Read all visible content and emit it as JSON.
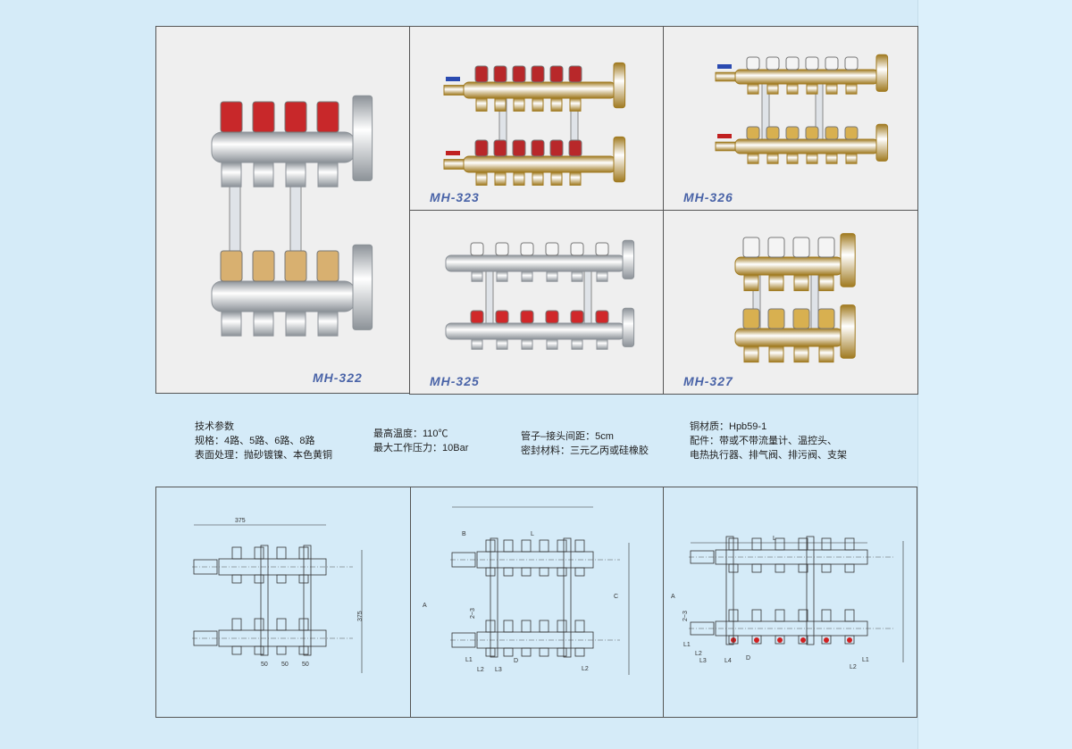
{
  "products": [
    {
      "model": "MH-322",
      "cap_color": "#c8282a",
      "body": "chrome"
    },
    {
      "model": "MH-323",
      "cap_color": "#b8282a",
      "body": "brass"
    },
    {
      "model": "MH-326",
      "cap_color": "#f4f4f4",
      "body": "brass"
    },
    {
      "model": "MH-325",
      "cap_color": "#f4f4f4",
      "body": "chrome"
    },
    {
      "model": "MH-327",
      "cap_color": "#f4f4f4",
      "body": "brass"
    }
  ],
  "specs": {
    "col1": [
      "技术参数",
      "规格：4路、5路、6路、8路",
      "表面处理：抛砂镀镍、本色黄铜"
    ],
    "col2": [
      "最高温度：110℃",
      "最大工作压力：10Bar"
    ],
    "col3": [
      "管子–接头间距：5cm",
      "密封材料：三元乙丙或硅橡胶"
    ],
    "col4": [
      "铜材质：Hpb59-1",
      "配件：带或不带流量计、温控头、",
      "电热执行器、排气阀、排污阀、支架"
    ]
  },
  "drawings": [
    {
      "labels": {
        "width": "375",
        "height": "375",
        "pitch1": "50",
        "pitch2": "50",
        "pitch3": "50"
      }
    },
    {
      "labels": {
        "b": "B",
        "l": "L",
        "a": "A",
        "c": "C",
        "l1": "L1",
        "l2": "L2",
        "l3": "L3",
        "d": "D",
        "range": "2~3",
        "l2b": "L2"
      }
    },
    {
      "labels": {
        "l": "L",
        "a": "A",
        "range": "2~3",
        "l1": "L1",
        "l2": "L2",
        "l3": "L3",
        "l4": "L4",
        "d": "D",
        "l1b": "L1",
        "l2b": "L2"
      }
    }
  ]
}
